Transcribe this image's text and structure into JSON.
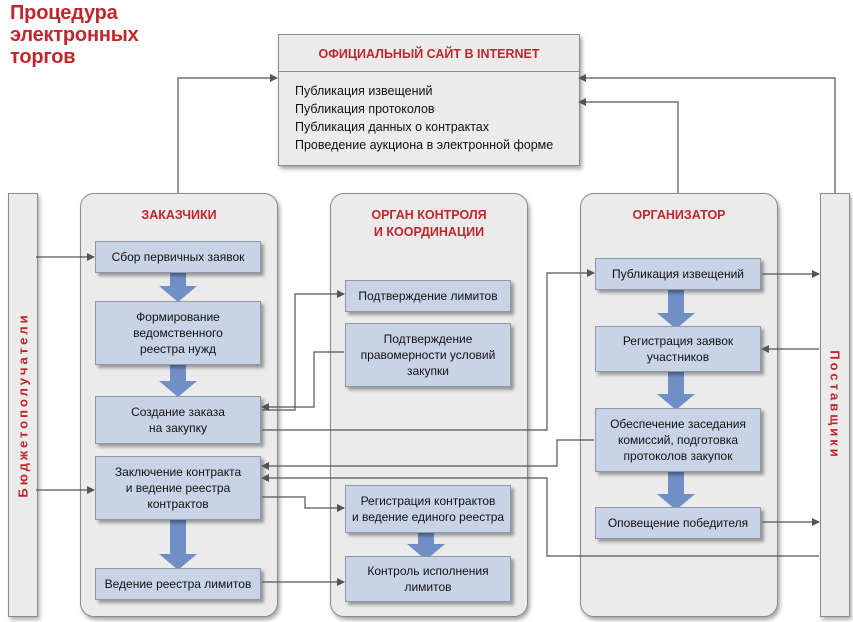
{
  "title": "Процедура\nэлектронных\nторгов",
  "website": {
    "title": "ОФИЦИАЛЬНЫЙ САЙТ В INTERNET",
    "items": [
      "Публикация извещений",
      "Публикация протоколов",
      "Публикация данных о контрактах",
      "Проведение аукциона в электронной форме"
    ]
  },
  "left_side": {
    "label": "Бюджетополучатели"
  },
  "right_side": {
    "label": "Поставщики"
  },
  "customers": {
    "title": "ЗАКАЗЧИКИ",
    "boxes": [
      "Сбор первичных заявок",
      "Формирование\nведомственного\nреестра нужд",
      "Создание заказа\nна закупку",
      "Заключение контракта\nи ведение реестра\nконтрактов",
      "Ведение реестра лимитов"
    ]
  },
  "control": {
    "title": "ОРГАН КОНТРОЛЯ\nИ КООРДИНАЦИИ",
    "boxes": [
      "Подтверждение лимитов",
      "Подтверждение\nправомерности условий\nзакупки",
      "Регистрация контрактов\nи ведение единого реестра",
      "Контроль исполнения\nлимитов"
    ]
  },
  "organizer": {
    "title": "ОРГАНИЗАТОР",
    "boxes": [
      "Публикация извещений",
      "Регистрация заявок\nучастников",
      "Обеспечение заседания\nкомиссий, подготовка\nпротоколов закупок",
      "Оповещение победителя"
    ]
  },
  "colors": {
    "accent_red": "#c0272d",
    "panel_gray": "#ebebeb",
    "box_blue": "#c9d3e6",
    "flow_arrow_blue": "#6f8fc6",
    "connector_gray": "#555555"
  }
}
